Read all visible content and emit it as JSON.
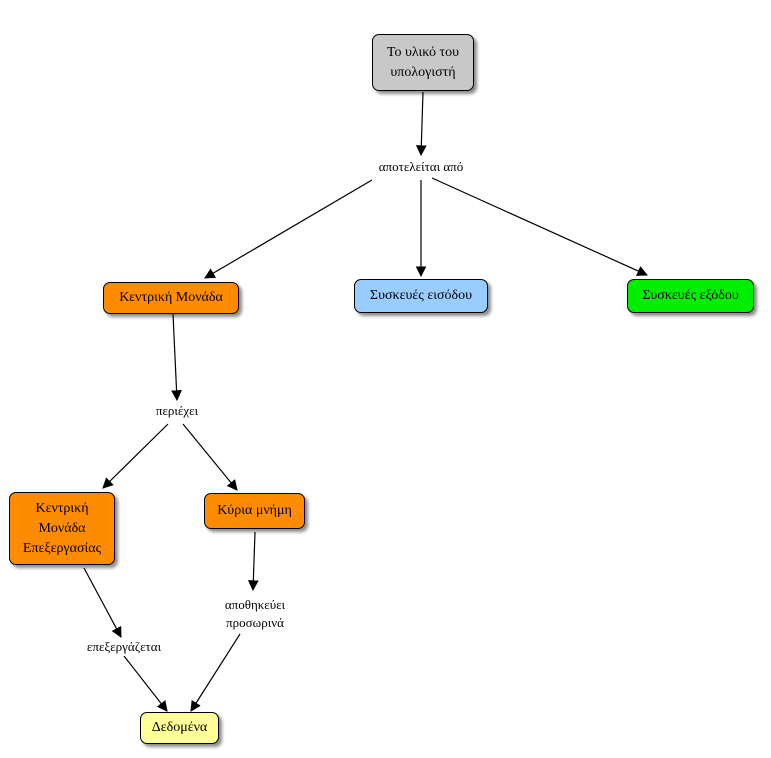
{
  "nodes": {
    "hardware": {
      "label": "Το υλικό του\nυπολογιστή",
      "color": "#c8c8c8"
    },
    "central_unit": {
      "label": "Κεντρική Μονάδα",
      "color": "#ff8c00"
    },
    "input_devices": {
      "label": "Συσκευές εισόδου",
      "color": "#99ccff"
    },
    "output_devices": {
      "label": "Συσκευές εξόδου",
      "color": "#00ee00"
    },
    "cpu": {
      "label": "Κεντρική\nΜονάδα\nΕπεξεργασίας",
      "color": "#ff8c00"
    },
    "main_memory": {
      "label": "Κύρια μνήμη",
      "color": "#ff8c00"
    },
    "data": {
      "label": "Δεδομένα",
      "color": "#ffff99"
    }
  },
  "links": {
    "consists_of": "αποτελείται από",
    "contains": "περιέχει",
    "processes": "επεξεργάζεται",
    "stores_temp": "αποθηκεύει\nπροσωρινά"
  }
}
